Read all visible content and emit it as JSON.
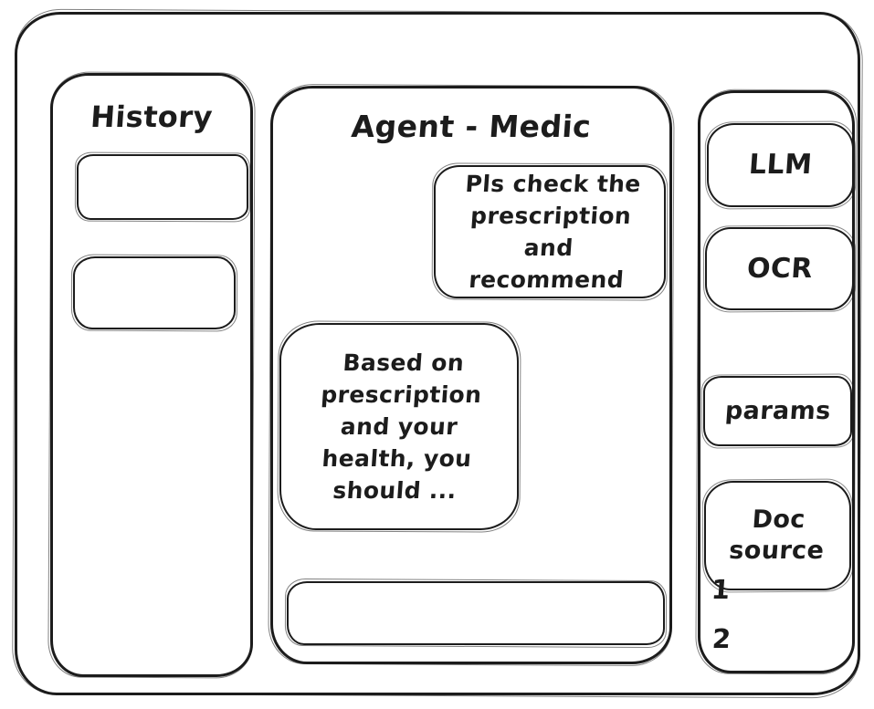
{
  "window": {
    "background": "#ffffff",
    "ink": "#1c1c1c"
  },
  "history_panel": {
    "title": "History",
    "items": [
      {
        "label": ""
      },
      {
        "label": ""
      }
    ]
  },
  "chat_panel": {
    "title": "Agent - Medic",
    "messages": [
      {
        "role": "user",
        "text": "Pls check the prescription and recommend"
      },
      {
        "role": "assistant",
        "text": "Based on prescription and your health, you should ..."
      }
    ],
    "input": {
      "value": "",
      "placeholder": ""
    }
  },
  "tools_panel": {
    "buttons": [
      {
        "label": "LLM"
      },
      {
        "label": "OCR"
      },
      {
        "label": "params"
      },
      {
        "label": "Doc source"
      }
    ],
    "doc_source_items": [
      "1",
      "2"
    ]
  }
}
